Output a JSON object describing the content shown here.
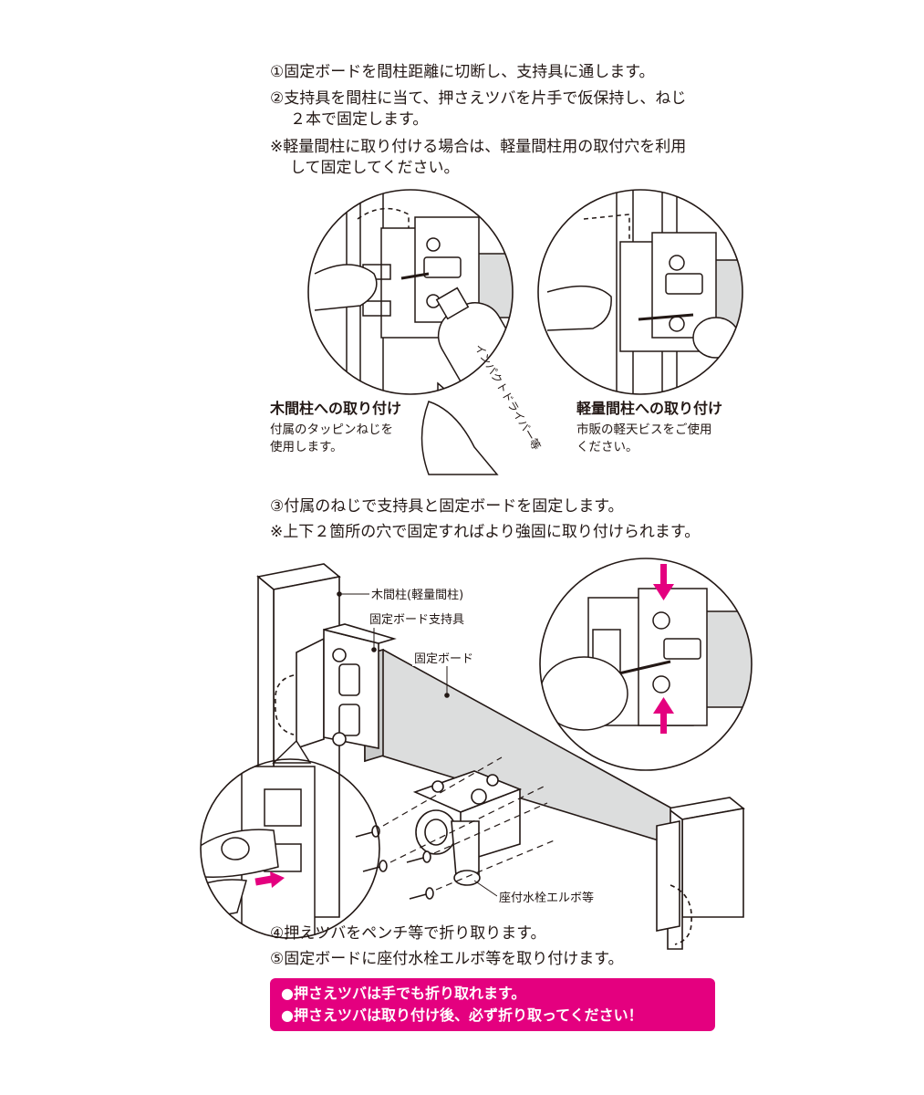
{
  "steps": {
    "s1": "①固定ボードを間柱距離に切断し、支持具に通します。",
    "s2_line1": "②支持具を間柱に当て、押さえツバを片手で仮保持し、ねじ",
    "s2_line2": "２本で固定します。",
    "note1_line1": "※軽量間柱に取り付ける場合は、軽量間柱用の取付穴を利用",
    "note1_line2": "して固定してください。",
    "s3": "③付属のねじで支持具と固定ボードを固定します。",
    "note2": "※上下２箇所の穴で固定すればより強固に取り付けられます。",
    "s4": "④押えツバをペンチ等で折り取ります。",
    "s5": "⑤固定ボードに座付水栓エルボ等を取り付けます。"
  },
  "captions": {
    "wood": {
      "title": "木間柱への取り付け",
      "body_line1": "付属のタッピンねじを",
      "body_line2": "使用します。"
    },
    "light": {
      "title": "軽量間柱への取り付け",
      "body_line1": "市販の軽天ビスをご使用",
      "body_line2": "ください。"
    }
  },
  "driver_label": "インパクトドライバー等",
  "labels": {
    "post": "木間柱(軽量間柱)",
    "bracket": "固定ボード支持具",
    "board": "固定ボード",
    "elbow": "座付水栓エルボ等"
  },
  "notes": {
    "line1": "●押さえツバは手でも折り取れます。",
    "line2": "●押さえツバは取り付け後、必ず折り取ってください！"
  },
  "colors": {
    "accent": "#e4007f",
    "board_fill": "#dcdddd",
    "line": "#231815"
  }
}
